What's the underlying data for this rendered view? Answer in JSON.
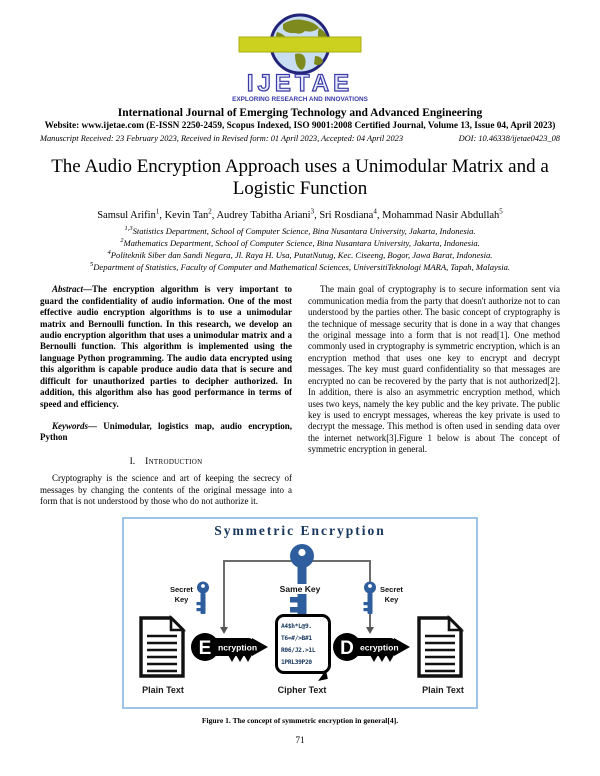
{
  "journal": {
    "logo": {
      "wordmark": "IJETAE",
      "tagline": "EXPLORING RESEARCH AND INNOVATIONS",
      "colors": {
        "outline_navy": "#23237a",
        "ocean_blue": "#c9ddf2",
        "land_olive": "#7f8a1e",
        "banner_yellow": "#ccd01f",
        "wordmark_blue": "#3a3aa8"
      }
    },
    "name": "International Journal of Emerging Technology and Advanced Engineering",
    "info_line": "Website: www.ijetae.com (E-ISSN 2250-2459, Scopus Indexed, ISO 9001:2008 Certified Journal, Volume 13, Issue 04, April 2023)",
    "manuscript_line": "Manuscript Received: 23 February 2023, Received in Revised form: 01 April 2023, Accepted: 04 April 2023",
    "doi": "DOI: 10.46338/ijetae0423_08"
  },
  "paper": {
    "title": "The Audio Encryption Approach uses a Unimodular Matrix and a Logistic Function",
    "authors": [
      {
        "name": "Samsul Arifin",
        "sup": "1",
        "sep": ", "
      },
      {
        "name": "Kevin Tan",
        "sup": "2",
        "sep": ", "
      },
      {
        "name": "Audrey Tabitha Ariani",
        "sup": "3",
        "sep": ", "
      },
      {
        "name": "Sri Rosdiana",
        "sup": "4",
        "sep": ", "
      },
      {
        "name": "Mohammad Nasir Abdullah",
        "sup": "5",
        "sep": ""
      }
    ],
    "affiliations": [
      {
        "sup": "1,3",
        "text": "Statistics Department, School of Computer Science, Bina Nusantara University, Jakarta, Indonesia."
      },
      {
        "sup": "2",
        "text": "Mathematics Department, School of Computer Science, Bina Nusantara University, Jakarta, Indonesia."
      },
      {
        "sup": "4",
        "text": "Politeknik Siber dan Sandi Negara, Jl. Raya H. Usa, PutatNutug, Kec. Ciseeng, Bogor, Jawa Barat, Indonesia."
      },
      {
        "sup": "5",
        "text": "Department of Statistics, Faculty of Computer and Mathematical Sciences, UniversitiTeknologi MARA, Tapah, Malaysia."
      }
    ]
  },
  "left_column": {
    "abstract_label": "Abstract—",
    "abstract_text": "The encryption algorithm is very important to guard the confidentiality of audio information. One of the most effective audio encryption algorithms is to use a unimodular matrix and Bernoulli function. In this research, we develop an audio encryption algorithm that uses a unimodular matrix and a Bernoulli function. This algorithm is implemented using the language Python programming. The audio data encrypted using this algorithm is capable produce audio data that is secure and difficult for unauthorized parties to decipher authorized. In addition, this algorithm also has good performance in terms of speed and efficiency.",
    "keywords_label": "Keywords—",
    "keywords_text": " Unimodular, logistics map, audio encryption, Python",
    "section1_number": "I.",
    "section1_title": "Introduction",
    "intro_text": "Cryptography is the science and art of keeping the secrecy of messages by changing the contents of the original message into a form that is not understood by those who do not authorize it."
  },
  "right_column": {
    "paragraph": "The main goal of cryptography is to secure information sent via communication media from the party that doesn't authorize not to can understood by the parties other. The basic concept of cryptography is the technique of message security that is done in a way that changes the original message into a form that is not read[1]. One method commonly used in cryptography is symmetric encryption, which is an encryption method that uses one key to encrypt and decrypt messages. The key must guard confidentiality so that messages are encrypted no can be recovered by the party that is not authorized[2]. In addition, there is also an asymmetric encryption method, which uses two keys, namely the key public and the key private. The public key is used to encrypt messages, whereas the key private is used to decrypt the message. This method is often used in sending data over the internet network[3].Figure 1 below is about The concept of symmetric encryption in general."
  },
  "figure": {
    "title": "Symmetric Encryption",
    "same_key_label": "Same Key",
    "secret_key_line1": "Secret",
    "secret_key_line2": "Key",
    "encryption_initial": "E",
    "encryption_rest": "ncryption",
    "decryption_initial": "D",
    "decryption_rest": "ecryption",
    "cipher_lines": [
      "A4$h*L@9.",
      "T6=#/>B#1",
      "R06/J2.>1L",
      "1PRL39P20"
    ],
    "plain_text_left": "Plain Text",
    "plain_text_right": "Plain Text",
    "cipher_text_label": "Cipher Text",
    "caption": "Figure 1. The concept of symmetric encryption in general[4].",
    "colors": {
      "key_blue": "#2e5e9e",
      "title_navy": "#17365d",
      "box_border": "#9dc3e6",
      "badge_black": "#000000"
    }
  },
  "page_number": "71"
}
